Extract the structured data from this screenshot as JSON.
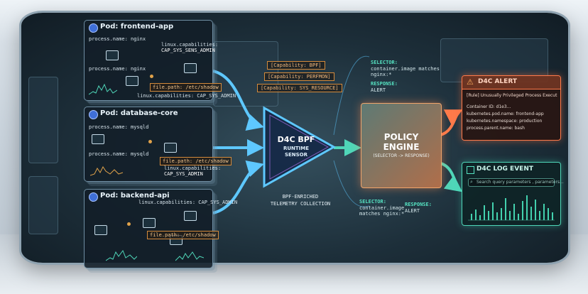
{
  "pods": [
    {
      "title": "Pod: frontend-app",
      "proc1": "process.name: nginx",
      "proc2": "process.name: nginx",
      "cap1a": "linux.capabilities:",
      "cap1b": "CAP_SYS_SENS_ADMIN",
      "file": "file.path: /etc/shadow",
      "cap2": "linux.capabilities: CAP_SYS_ADMIN"
    },
    {
      "title": "Pod: database-core",
      "proc1": "process.name: mysqld",
      "proc2": "process.name: mysqld",
      "file": "file.path: /etc/shadow",
      "cap1a": "linux.capabilities:",
      "cap1b": "CAP_SYS_ADMIN"
    },
    {
      "title": "Pod: backend-api",
      "cap1a": "linux.capabilities: CAP_SYS_ADMIN",
      "file": "file.path: /etc/shadow"
    }
  ],
  "capabilities": [
    "[Capability: BPF]",
    "[Capability: PERFMON]",
    "[Capability: SYS_RESOURCE]"
  ],
  "sensor": {
    "title": "D4C BPF",
    "sub1": "RUNTIME",
    "sub2": "SENSOR",
    "caption1": "BPF-ENRICHED",
    "caption2": "TELEMETRY COLLECTION"
  },
  "selector_top": {
    "label": "SELECTOR:",
    "line1": "container.image matches",
    "line2": "nginx:*",
    "resp_label": "RESPONSE:",
    "resp_value": "ALERT"
  },
  "policy": {
    "title1": "POLICY",
    "title2": "ENGINE",
    "sub": "(SELECTOR -> RESPONSE)"
  },
  "selector_bottom": {
    "label": "SELECTOR:",
    "line1": "container.image",
    "line2": "matches nginx:*",
    "resp_label": "RESPONSE:",
    "resp_value": "ALERT"
  },
  "alert": {
    "title": "D4C ALERT",
    "rule": "[Rule] Unusually Privileged Process Execution",
    "rows": [
      "Container ID: d1e3...",
      "kubernetes.pod.name: frontend-app",
      "kubernetes.namespace: production",
      "process.parent.name: bash"
    ]
  },
  "log": {
    "title": "D4C LOG EVENT",
    "search_placeholder": "Search query parameters , parameters..."
  },
  "colors": {
    "accent_orange": "#ff7a4a",
    "accent_green": "#4fd6b8",
    "accent_blue": "#5ec8ff"
  }
}
